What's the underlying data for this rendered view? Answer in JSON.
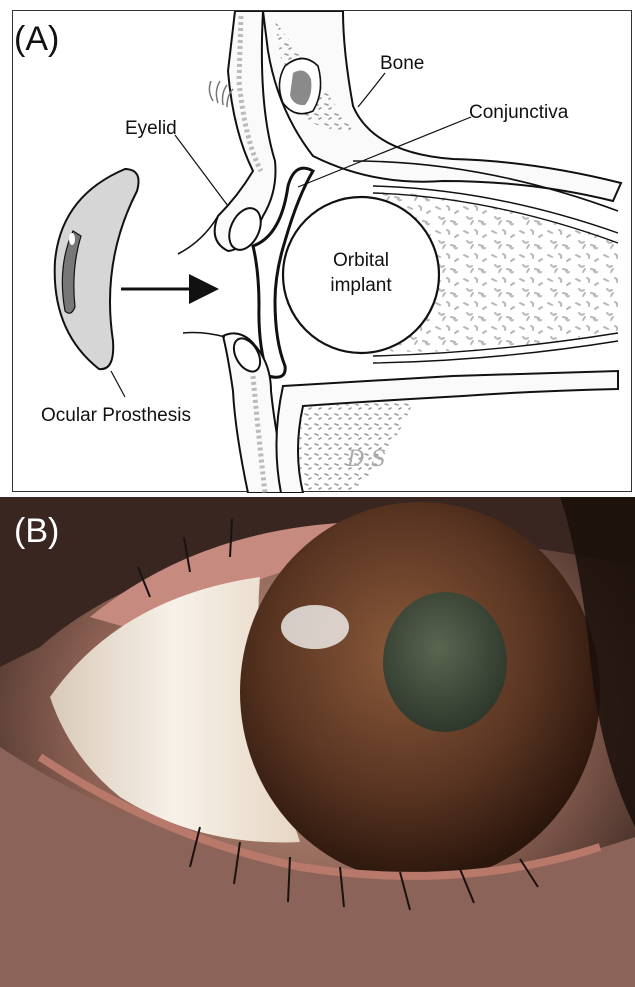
{
  "panels": {
    "a": {
      "tag": "(A)",
      "labels": {
        "bone": "Bone",
        "conjunctiva": "Conjunctiva",
        "eyelid": "Eyelid",
        "orbital_implant_line1": "Orbital",
        "orbital_implant_line2": "implant",
        "ocular_prosthesis": "Ocular Prosthesis",
        "signature": "D.S"
      }
    },
    "b": {
      "tag": "(B)"
    }
  },
  "colors": {
    "line": "#111111",
    "bone_fill": "#f2f2f2",
    "speckle": "#b8b8b8",
    "prosthesis_fill": "#d0d0d0",
    "iris_brown": "#5a3522",
    "pupil": "#3f4a3c",
    "sclera": "#f3ece3",
    "lid_pink": "#c78a7e"
  }
}
